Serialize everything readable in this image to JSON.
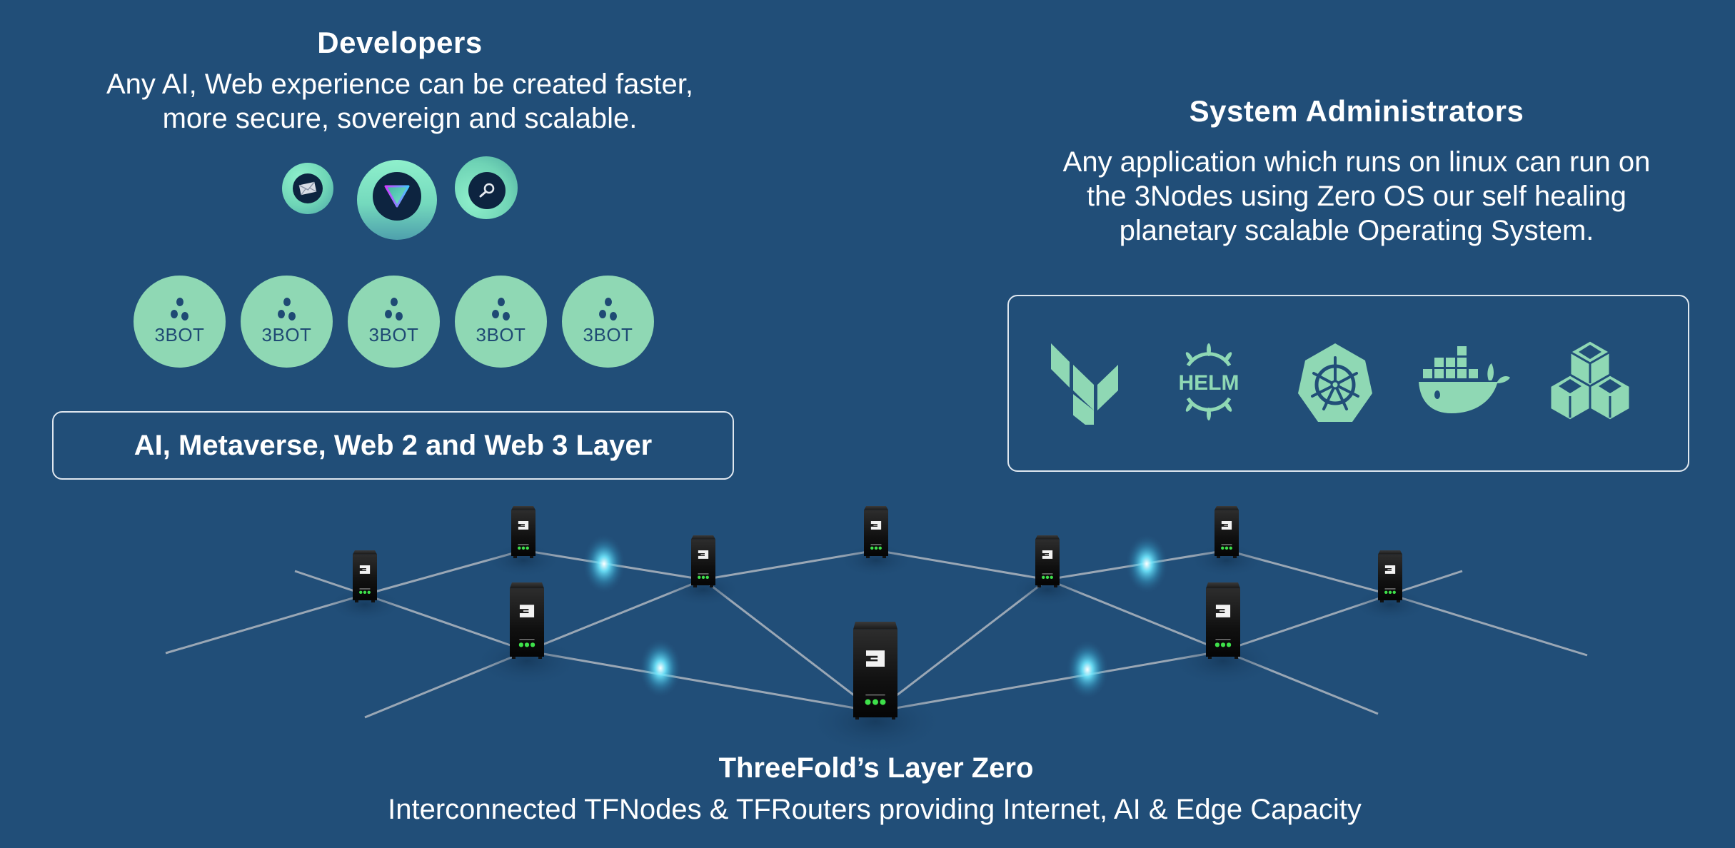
{
  "colors": {
    "background": "#214e78",
    "accent_mint": "#8fd8b4",
    "text": "#ffffff",
    "border": "#dfe7ef",
    "server_led": "#3ee04a",
    "glow": "#5fe3ff"
  },
  "developers": {
    "title": "Developers",
    "description_lines": [
      "Any AI, Web experience can be created faster,",
      "more secure, sovereign and scalable."
    ],
    "app_icons": [
      "mail-icon",
      "triangle-app-icon",
      "search-icon"
    ],
    "bots": [
      {
        "label": "3BOT"
      },
      {
        "label": "3BOT"
      },
      {
        "label": "3BOT"
      },
      {
        "label": "3BOT"
      },
      {
        "label": "3BOT"
      }
    ],
    "layer_label": "AI, Metaverse, Web 2 and Web 3 Layer"
  },
  "system_administrators": {
    "title": "System Administrators",
    "description_lines": [
      "Any application which runs on linux can run on",
      "the 3Nodes using Zero OS our self healing",
      "planetary scalable Operating System."
    ],
    "tools": [
      {
        "name": "terraform-icon"
      },
      {
        "name": "helm-icon",
        "label": "HELM"
      },
      {
        "name": "kubernetes-icon"
      },
      {
        "name": "docker-icon"
      },
      {
        "name": "cubes-icon"
      }
    ]
  },
  "layer_zero": {
    "title": "ThreeFold’s Layer Zero",
    "description": "Interconnected TFNodes & TFRouters providing Internet, AI & Edge Capacity",
    "node_logo": "3"
  }
}
